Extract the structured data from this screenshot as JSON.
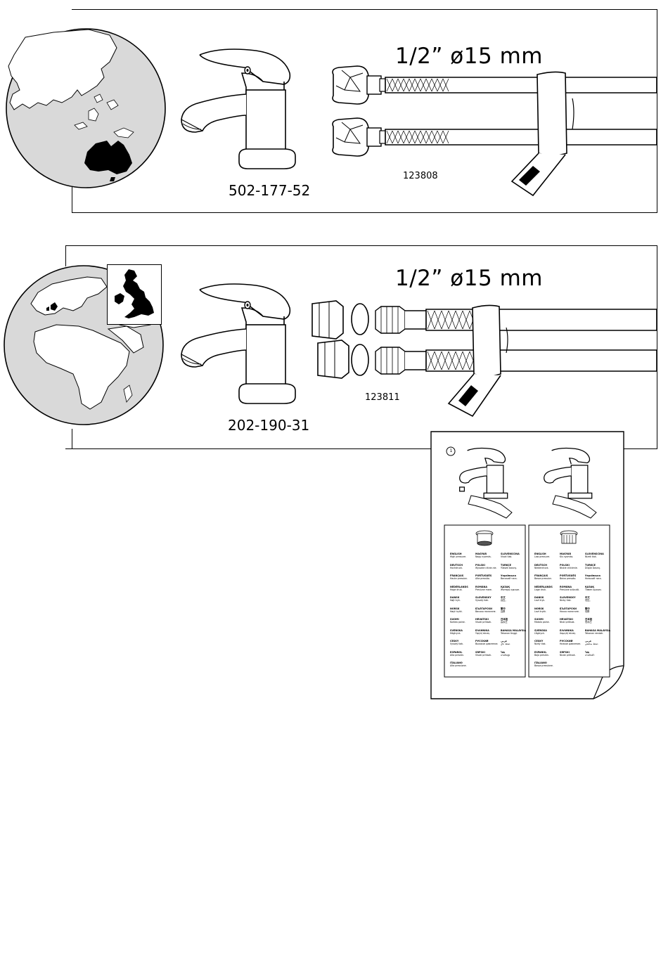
{
  "panel_australia": {
    "region_icon": "globe-asia-pacific-australia-highlighted",
    "size_label": "1/2” ø15 mm",
    "faucet_article_number": "502-177-52",
    "hose_article_number": "123808"
  },
  "panel_uk": {
    "region_icon": "globe-europe-africa-uk-highlighted",
    "inset_icon": "uk-map-icon",
    "size_label": "1/2” ø15 mm",
    "faucet_article_number": "202-190-31",
    "hose_article_number": "123811"
  },
  "booklet": {
    "step_number": "1",
    "left_card": {
      "rows": [
        [
          "ENGLISH",
          "High pressure.",
          "MAGYAR",
          "Nagy nyomás.",
          "SLOVENŠČINA",
          "Visok tlak."
        ],
        [
          "DEUTSCH",
          "Hochdruck.",
          "POLSKI",
          "Wysokie ciśnie-nie.",
          "TÜRKÇE",
          "Yüksek basınç."
        ],
        [
          "FRANÇAIS",
          "Haute pression.",
          "PORTUGUÊS",
          "Alta pressão.",
          "Українська",
          "Високий тиск."
        ],
        [
          "NEDERLANDS",
          "Hoge druk.",
          "ROMÂNA",
          "Presiune mare.",
          "ҚАЗАҚ",
          "Жоғары қысым."
        ],
        [
          "DANSK",
          "Højt tryk.",
          "SLOVENSKY",
          "Vysoký tlak.",
          "中文",
          "高压。"
        ],
        [
          "NORSK",
          "Høyt trykk.",
          "БЪЛГАРСКИ",
          "Високо налягане.",
          "繁中",
          "高壓"
        ],
        [
          "SUOMI",
          "Korkea paine.",
          "HRVATSKI",
          "Visoki pritisak.",
          "日本語",
          "高水圧"
        ],
        [
          "SVENSKA",
          "Högtryck.",
          "ΕΛΛΗΝΙΚΑ",
          "Υψηλή πίεση.",
          "BAHASA MALAYSIA",
          "Tekanan tinggi."
        ],
        [
          "ČESKY",
          "Vysoký tlak.",
          "РУССКИЙ",
          "Высокое давление.",
          "عربي",
          "ضغط عالٍ"
        ],
        [
          "ESPAÑOL",
          "Alta presión.",
          "SRPSKI",
          "Visoki pritisak.",
          "ไทย",
          "แรงดันสูง"
        ],
        [
          "ITALIANO",
          "Alta pressione.",
          "",
          "",
          "",
          ""
        ]
      ]
    },
    "right_card": {
      "rows": [
        [
          "ENGLISH",
          "Low pressure.",
          "MAGYAR",
          "Kis nyomás.",
          "SLOVENŠČINA",
          "Nizek tlak."
        ],
        [
          "DEUTSCH",
          "Niederdruck.",
          "POLSKI",
          "Niskie ciśnienie.",
          "TÜRKÇE",
          "Düşük basınç."
        ],
        [
          "FRANÇAIS",
          "Basse pression.",
          "PORTUGUÊS",
          "Baixa pressão.",
          "Українська",
          "Низький тиск."
        ],
        [
          "NEDERLANDS",
          "Lage druk.",
          "ROMÂNA",
          "Presiune scăzută.",
          "ҚАЗАҚ",
          "Төмен қысым."
        ],
        [
          "DANSK",
          "Lavt tryk.",
          "SLOVENSKY",
          "Nízky tlak.",
          "中文",
          "低压。"
        ],
        [
          "NORSK",
          "Lavt trykk.",
          "БЪЛГАРСКИ",
          "Ниско налягане.",
          "繁中",
          "低壓"
        ],
        [
          "SUOMI",
          "Matala paine.",
          "HRVATSKI",
          "Niski pritisak.",
          "日本語",
          "低水圧"
        ],
        [
          "SVENSKA",
          "Lågtryck.",
          "ΕΛΛΗΝΙΚΑ",
          "Χαμηλή πίεση.",
          "BAHASA MALAYSIA",
          "Tekanan rendah."
        ],
        [
          "ČESKY",
          "Nízký tlak.",
          "РУССКИЙ",
          "Низкое давление.",
          "عربي",
          "ضغط منخفض"
        ],
        [
          "ESPAÑOL",
          "Baja presión.",
          "SRPSKI",
          "Nizak pritisak.",
          "ไทย",
          "แรงดันต่ำ"
        ],
        [
          "ITALIANO",
          "Bassa pressione.",
          "",
          "",
          "",
          ""
        ]
      ]
    }
  }
}
